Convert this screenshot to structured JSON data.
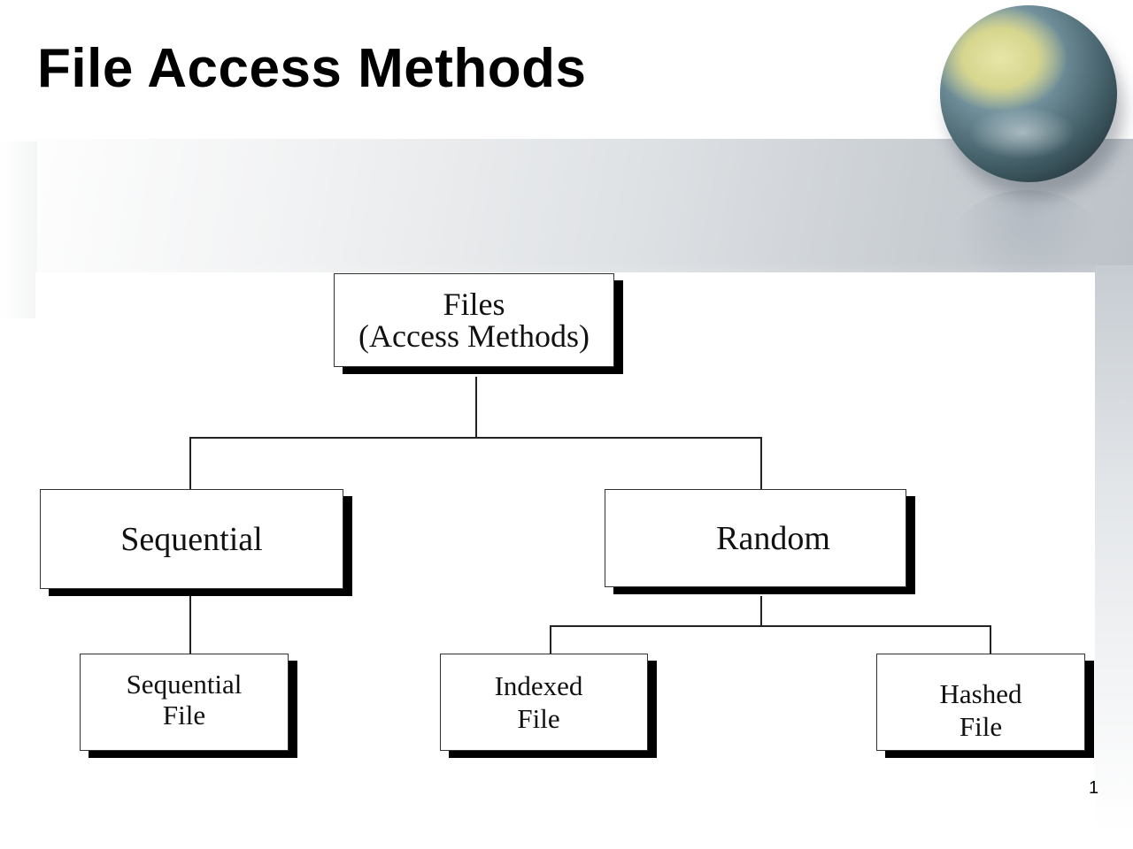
{
  "slide": {
    "title": "File Access Methods",
    "page_number": "1",
    "decoration": "globe-icon"
  },
  "diagram": {
    "root": {
      "line1": "Files",
      "line2": "(Access Methods)"
    },
    "level1": [
      {
        "label": "Sequential"
      },
      {
        "label": "Random"
      }
    ],
    "level2": [
      {
        "line1": "Sequential",
        "line2": "File",
        "parent": "Sequential"
      },
      {
        "line1": "Indexed",
        "line2": "File",
        "parent": "Random"
      },
      {
        "line1": "Hashed",
        "line2": "File",
        "parent": "Random"
      }
    ]
  }
}
